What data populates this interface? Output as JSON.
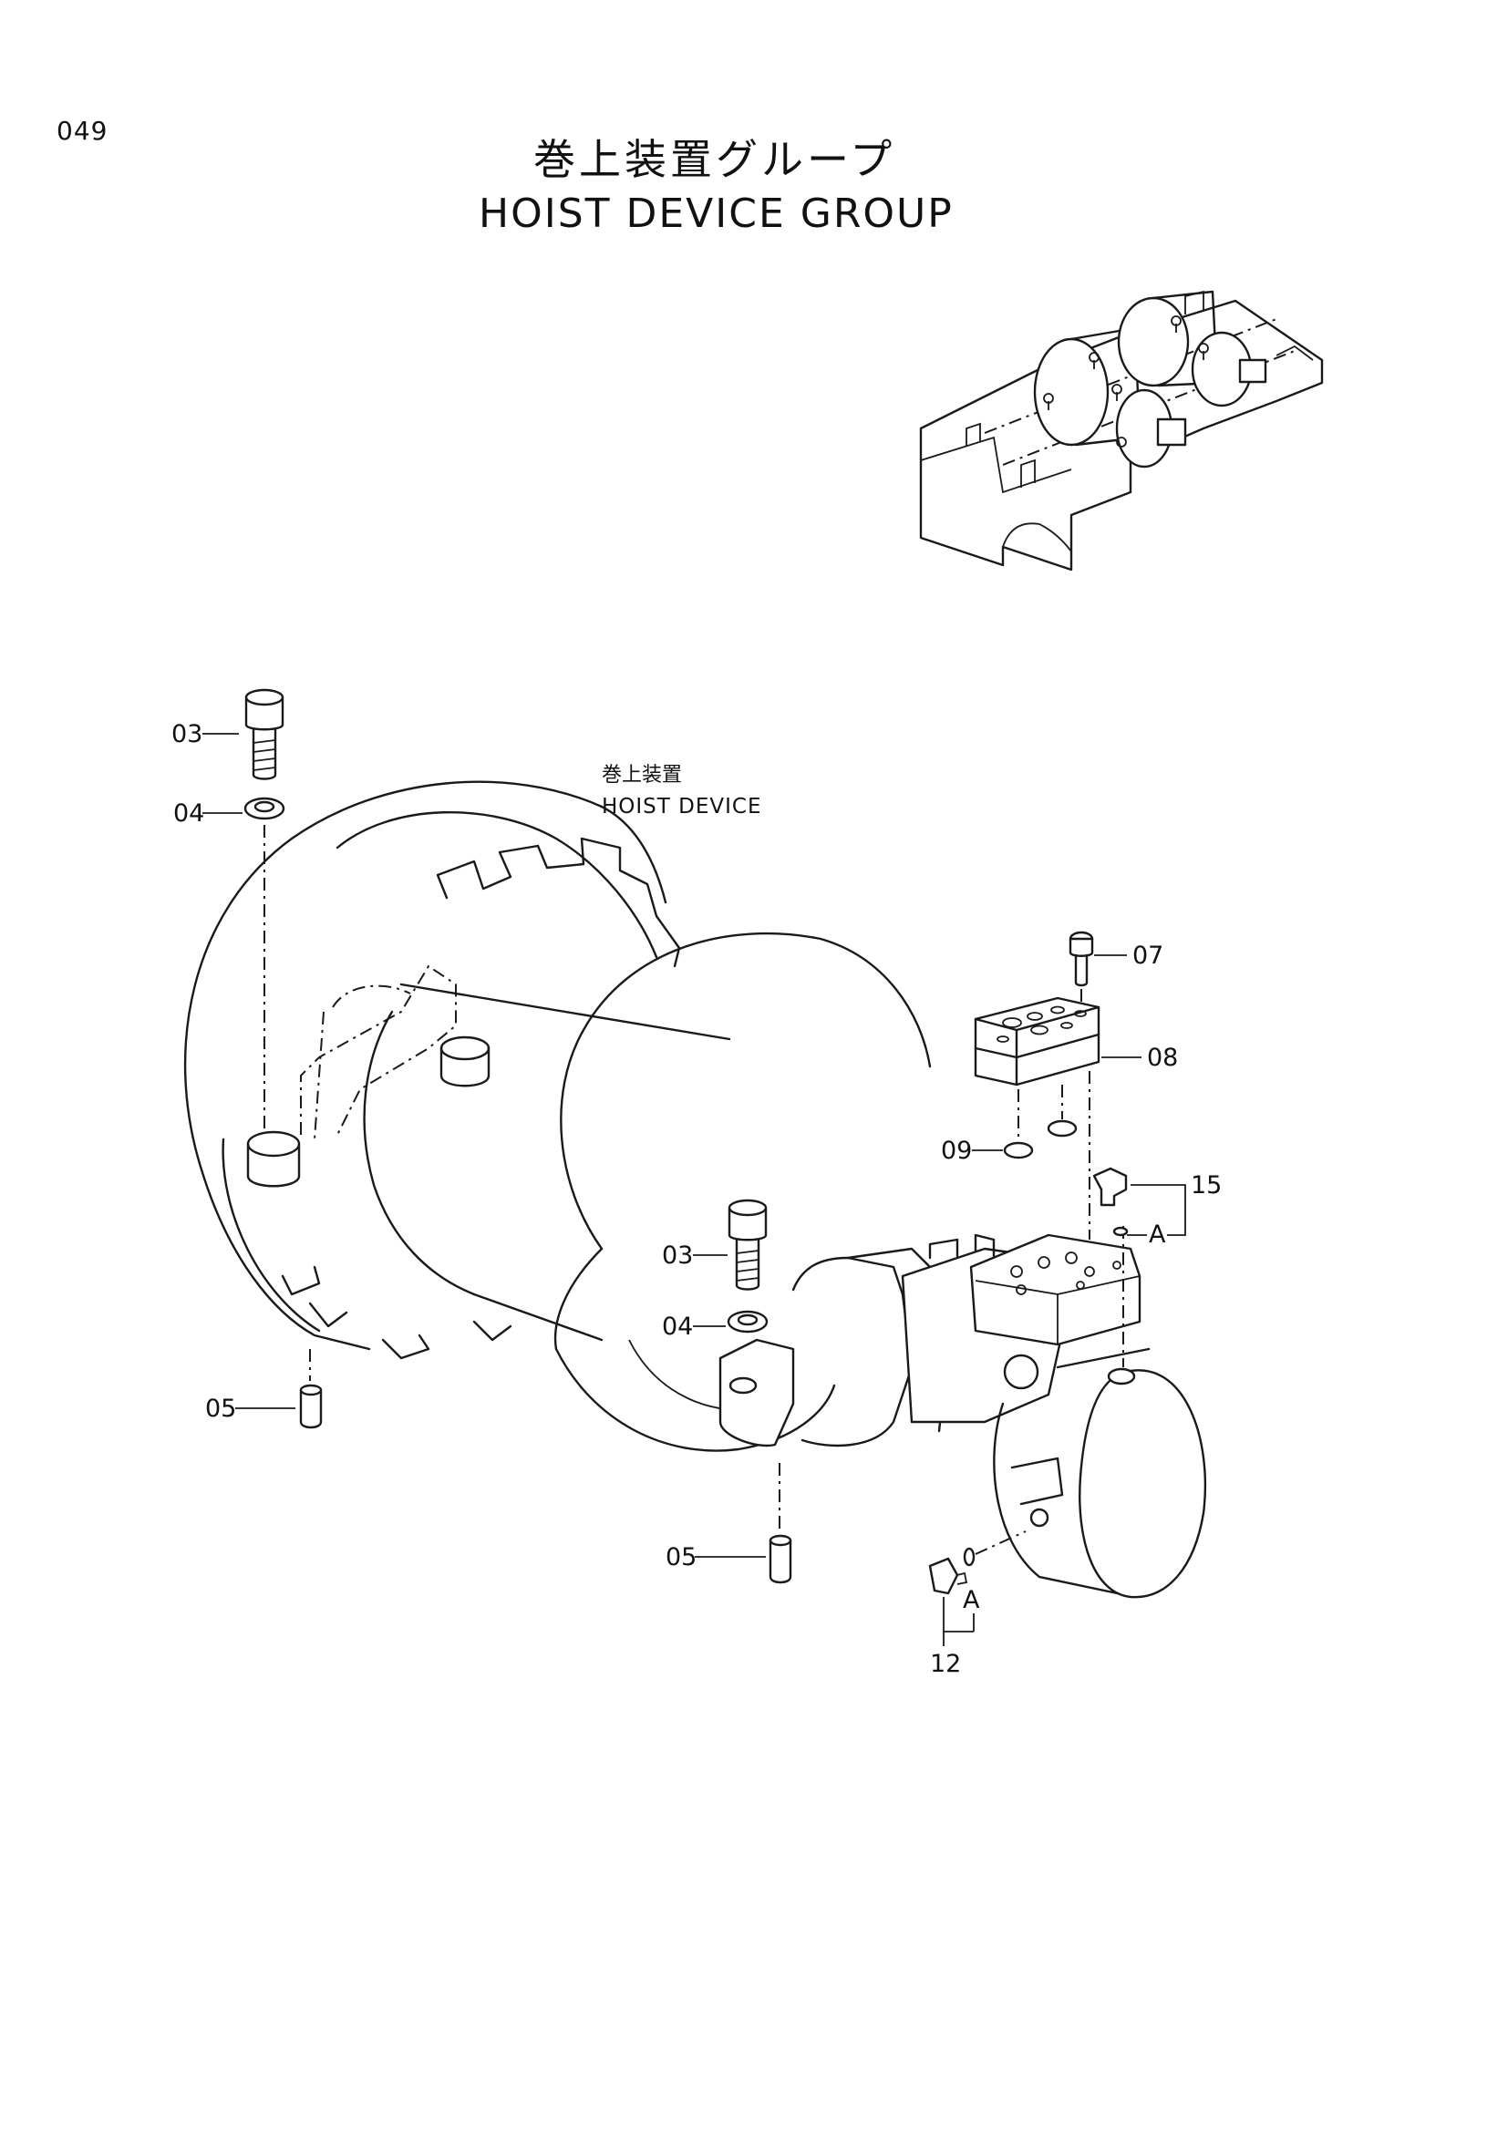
{
  "page": {
    "number": "049"
  },
  "title": {
    "japanese": "巻上装置グループ",
    "english": "HOIST DEVICE GROUP"
  },
  "subassembly": {
    "japanese": "巻上装置",
    "english": "HOIST DEVICE"
  },
  "callouts": {
    "c03_top": "03",
    "c04_top": "04",
    "c05_left": "05",
    "c07": "07",
    "c08": "08",
    "c09": "09",
    "c15": "15",
    "cA_right": "A",
    "c03_mid": "03",
    "c04_mid": "04",
    "c05_bottom": "05",
    "cA_bottom": "A",
    "c12": "12"
  }
}
